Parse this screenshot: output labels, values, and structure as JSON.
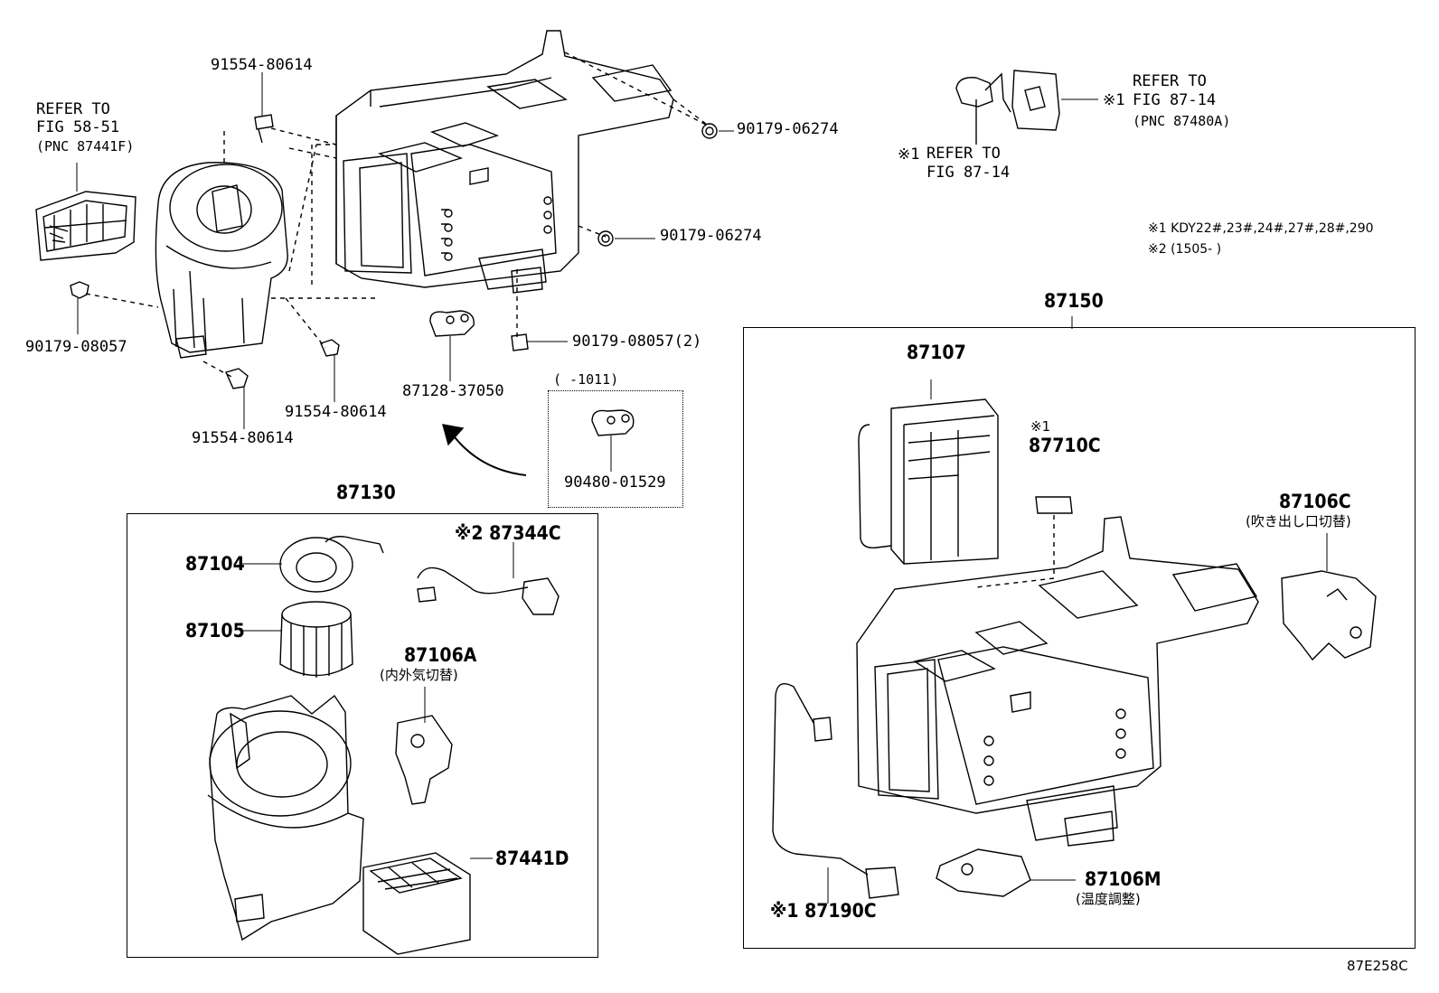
{
  "labels": {
    "p91554_a": "91554-80614",
    "refer_58_1": "REFER TO",
    "refer_58_2": "FIG 58-51",
    "refer_58_3": "(PNC 87441F)",
    "p90179_06274_a": "90179-06274",
    "p90179_06274_b": "90179-06274",
    "p90179_08057": "90179-08057",
    "p91554_b": "91554-80614",
    "p91554_c": "91554-80614",
    "p87128": "87128-37050",
    "p90179_08057_2": "90179-08057(2)",
    "range_1011": "(     -1011)",
    "p90480": "90480-01529",
    "refer_87_note_mark": "※1",
    "refer_87_a_1": "REFER TO",
    "refer_87_a_2": "FIG 87-14",
    "refer_87_b_1": "REFER TO",
    "refer_87_b_2": "FIG 87-14",
    "refer_87_b_3": "(PNC 87480A)",
    "note1": "※1 KDY22#,23#,24#,27#,28#,290",
    "note2": "※2 (1505-       )",
    "p87130": "87130",
    "p87104": "87104",
    "p87105": "87105",
    "p87344c": "※2 87344C",
    "p87106a": "87106A",
    "p87106a_jp": "(内外気切替)",
    "p87441d": "87441D",
    "p87150": "87150",
    "p87107": "87107",
    "p87710c_mark": "※1",
    "p87710c": "87710C",
    "p87106c": "87106C",
    "p87106c_jp": "(吹き出し口切替)",
    "p87106m": "87106M",
    "p87106m_jp": "(温度調整)",
    "p87190c": "※1 87190C",
    "fig_code": "87E258C"
  }
}
